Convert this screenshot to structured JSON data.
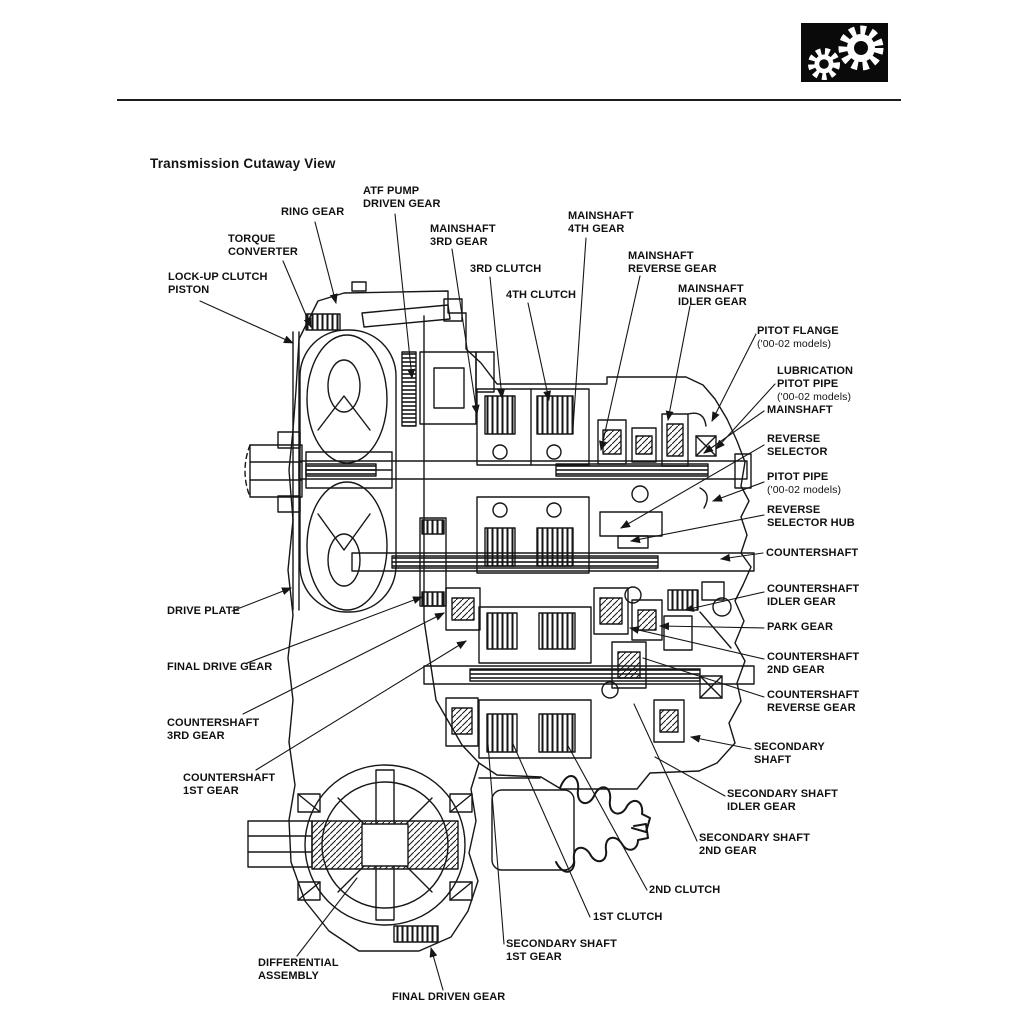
{
  "page": {
    "title": "Transmission Cutaway View"
  },
  "header": {
    "logo_icon": "gears-icon"
  },
  "colors": {
    "ink": "#161616",
    "paper": "#ffffff",
    "icon_bg": "#0a0a0a"
  },
  "diagram": {
    "labels": [
      {
        "text": "LOCK-UP CLUTCH\nPISTON"
      },
      {
        "text": "TORQUE\nCONVERTER"
      },
      {
        "text": "RING GEAR"
      },
      {
        "text": "ATF PUMP\nDRIVEN GEAR"
      },
      {
        "text": "MAINSHAFT\n3RD GEAR"
      },
      {
        "text": "3RD CLUTCH"
      },
      {
        "text": "4TH CLUTCH"
      },
      {
        "text": "MAINSHAFT\n4TH GEAR"
      },
      {
        "text": "MAINSHAFT\nREVERSE GEAR"
      },
      {
        "text": "MAINSHAFT\nIDLER GEAR"
      },
      {
        "text": "PITOT FLANGE",
        "note": "('00-02 models)"
      },
      {
        "text": "LUBRICATION\nPITOT PIPE",
        "note": "('00-02 models)"
      },
      {
        "text": "MAINSHAFT"
      },
      {
        "text": "REVERSE\nSELECTOR"
      },
      {
        "text": "PITOT PIPE",
        "note": "('00-02 models)"
      },
      {
        "text": "REVERSE\nSELECTOR HUB"
      },
      {
        "text": "COUNTERSHAFT"
      },
      {
        "text": "COUNTERSHAFT\nIDLER GEAR"
      },
      {
        "text": "PARK GEAR"
      },
      {
        "text": "COUNTERSHAFT\n2ND GEAR"
      },
      {
        "text": "COUNTERSHAFT\nREVERSE GEAR"
      },
      {
        "text": "SECONDARY\nSHAFT"
      },
      {
        "text": "SECONDARY SHAFT\nIDLER GEAR"
      },
      {
        "text": "SECONDARY SHAFT\n2ND GEAR"
      },
      {
        "text": "2ND CLUTCH"
      },
      {
        "text": "1ST CLUTCH"
      },
      {
        "text": "SECONDARY SHAFT\n1ST GEAR"
      },
      {
        "text": "FINAL DRIVEN GEAR"
      },
      {
        "text": "DIFFERENTIAL\nASSEMBLY"
      },
      {
        "text": "COUNTERSHAFT\n1ST GEAR"
      },
      {
        "text": "COUNTERSHAFT\n3RD GEAR"
      },
      {
        "text": "FINAL DRIVE GEAR"
      },
      {
        "text": "DRIVE PLATE"
      }
    ]
  }
}
